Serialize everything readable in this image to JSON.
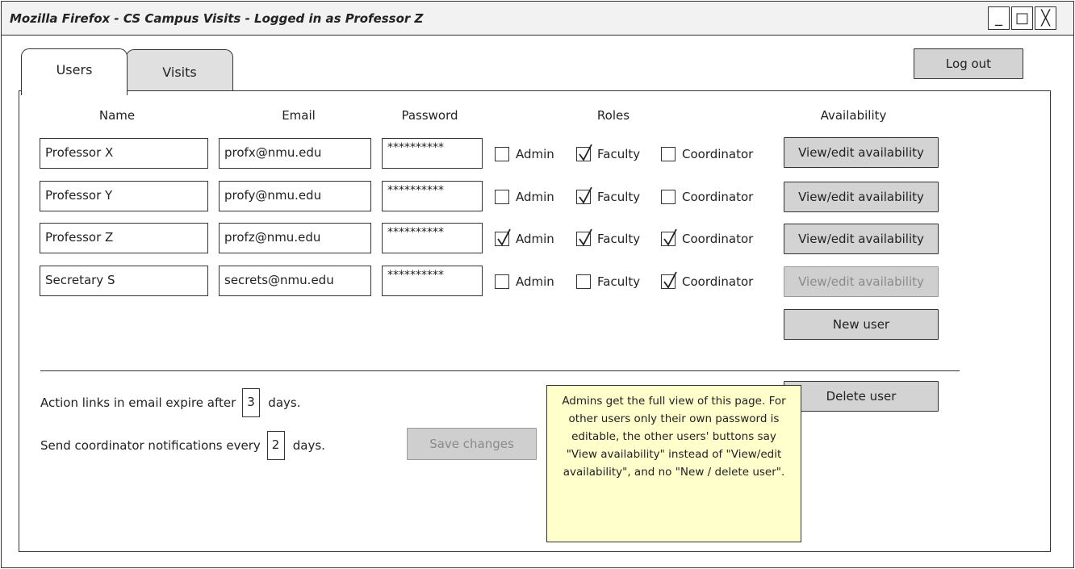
{
  "window": {
    "title": "Mozilla Firefox - CS Campus Visits - Logged in as Professor Z",
    "minimize": "_",
    "maximize": "□",
    "close": "╳"
  },
  "tabs": [
    {
      "label": "Users",
      "active": true
    },
    {
      "label": "Visits",
      "active": false
    }
  ],
  "logout_label": "Log out",
  "table": {
    "headers": {
      "name": "Name",
      "email": "Email",
      "password": "Password",
      "roles": "Roles",
      "availability": "Availability"
    },
    "role_labels": {
      "admin": "Admin",
      "faculty": "Faculty",
      "coordinator": "Coordinator"
    },
    "rows": [
      {
        "name": "Professor X",
        "email": "profx@nmu.edu",
        "password": "**********",
        "admin": false,
        "faculty": true,
        "coordinator": false,
        "availability_label": "View/edit availability",
        "availability_enabled": true
      },
      {
        "name": "Professor Y",
        "email": "profy@nmu.edu",
        "password": "**********",
        "admin": false,
        "faculty": true,
        "coordinator": false,
        "availability_label": "View/edit availability",
        "availability_enabled": true
      },
      {
        "name": "Professor Z",
        "email": "profz@nmu.edu",
        "password": "**********",
        "admin": true,
        "faculty": true,
        "coordinator": true,
        "availability_label": "View/edit availability",
        "availability_enabled": true
      },
      {
        "name": "Secretary S",
        "email": "secrets@nmu.edu",
        "password": "**********",
        "admin": false,
        "faculty": false,
        "coordinator": true,
        "availability_label": "View/edit availability",
        "availability_enabled": false
      }
    ]
  },
  "new_user_label": "New user",
  "delete_user_label": "Delete user",
  "settings": {
    "links_prefix": "Action links in email expire after",
    "links_value": "3",
    "links_suffix": "days.",
    "notify_prefix": "Send coordinator notifications every",
    "notify_value": "2",
    "notify_suffix": "days."
  },
  "save_label": "Save changes",
  "note": "Admins get the full view of this page. For other users only their own password is editable, the other users' buttons say \"View availability\" instead of \"View/edit availability\", and no \"New / delete user\"."
}
